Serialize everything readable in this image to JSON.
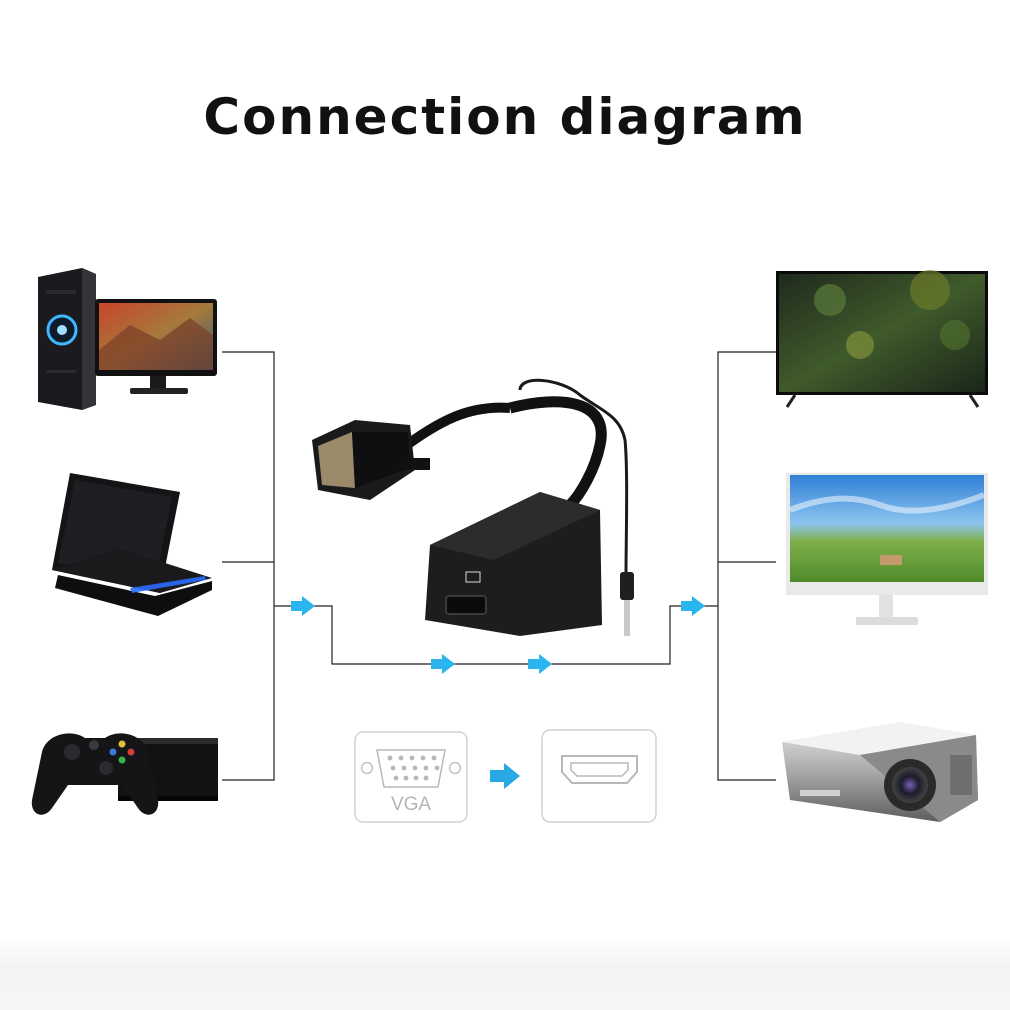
{
  "title": "Connection diagram",
  "icons": {
    "vga_label": "VGA"
  },
  "colors": {
    "arrow": "#2bb5ee",
    "line": "#222222",
    "icon_outline": "#cfcfcf",
    "icon_arrow": "#2aa8e6"
  },
  "sources": [
    "desktop-computer",
    "laptop",
    "game-console"
  ],
  "outputs": [
    "tv",
    "monitor",
    "projector"
  ]
}
